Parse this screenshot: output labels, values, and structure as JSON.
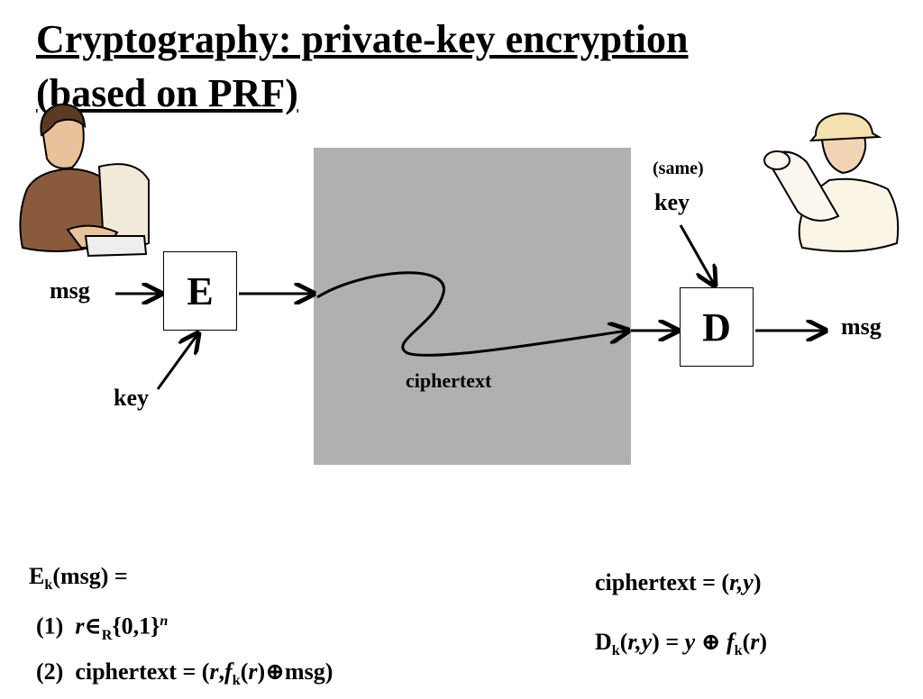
{
  "title": {
    "line1": "Cryptography: private-key encryption",
    "line2": "(based on PRF)"
  },
  "diagram": {
    "encrypt_box": "E",
    "decrypt_box": "D",
    "msg_in": "msg",
    "key_left": "key",
    "ciphertext_label": "ciphertext",
    "same_label": "(same)",
    "key_right": "key",
    "msg_out": "msg"
  },
  "formulas": {
    "enc_head_a": "E",
    "enc_head_sub": "k",
    "enc_head_b": "(msg) =",
    "step1_num": "(1)",
    "step1_r": "r",
    "step1_in": "∈",
    "step1_sub": "R",
    "step1_set": "{0,1}",
    "step1_sup": "n",
    "step2_num": "(2)",
    "step2_a": "ciphertext = (",
    "step2_r": "r",
    "step2_comma": ",",
    "step2_f": "f",
    "step2_sub": "k",
    "step2_paren1": "(",
    "step2_r2": "r",
    "step2_paren2": ")⊕msg)",
    "ct_a": "ciphertext = (",
    "ct_ry": "r,y",
    "ct_b": ")",
    "dec_a": "D",
    "dec_sub": "k",
    "dec_b": "(",
    "dec_ry": "r,y",
    "dec_c": ") = ",
    "dec_y": "y",
    "dec_xor": " ⊕ ",
    "dec_f": "f",
    "dec_sub2": "k",
    "dec_d": "(",
    "dec_r": "r",
    "dec_e": ")"
  }
}
